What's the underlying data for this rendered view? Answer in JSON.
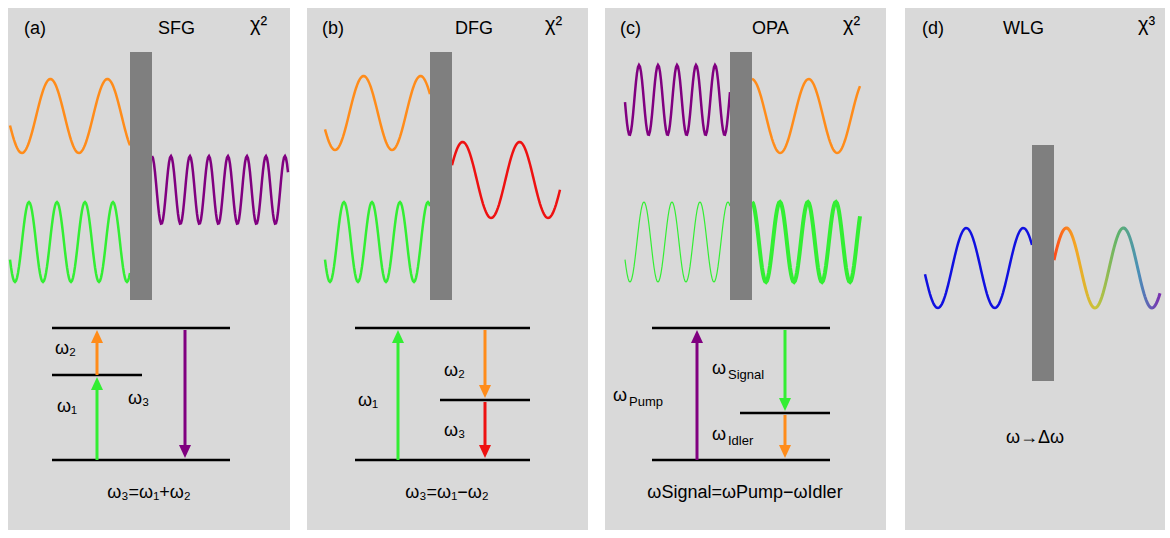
{
  "diagram": {
    "labels": [
      "(a)",
      "SFG",
      "χ²",
      "ω₂",
      "ω₁",
      "ω₃",
      "ω₃=ω₁+ω₂",
      "(b)",
      "DFG",
      "χ²",
      "ω₁",
      "ω₂",
      "ω₃",
      "ω₃=ω₁−ω₂",
      "(c)",
      "OPA",
      "χ²",
      "ω",
      "Pump",
      "ω",
      "Signal",
      "ω",
      "Idler",
      "ωSignal=ωPump−ωIdler",
      "(d)",
      "WLG",
      "χ³",
      "ω→Δω"
    ]
  }
}
